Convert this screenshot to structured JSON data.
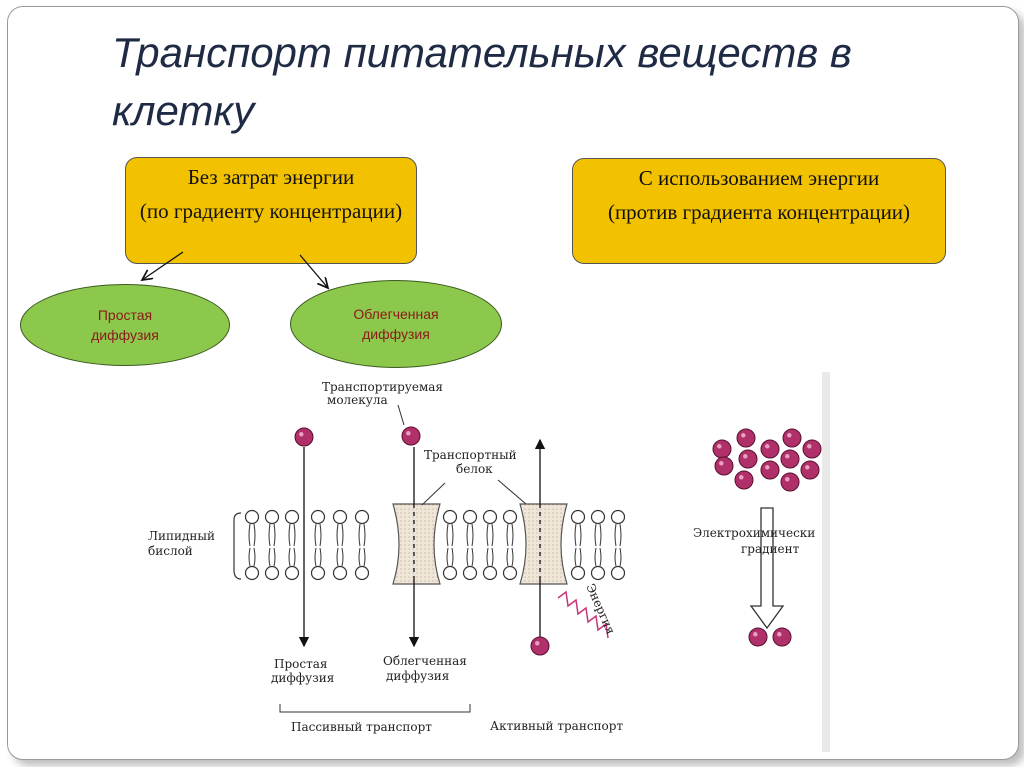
{
  "slide": {
    "title": "Транспорт питательных веществ в клетку",
    "box_left": {
      "line1": "Без затрат энергии",
      "line2": "(по градиенту концентрации)"
    },
    "box_right": {
      "line1": "С использованием энергии",
      "line2": "(против градиента концентрации)"
    },
    "oval_simple": "Простая диффузия",
    "oval_facilitated": "Облегченная диффузия"
  },
  "figure": {
    "transported_molecule": [
      "Транспортируемая",
      "молекула"
    ],
    "transport_protein": [
      "Транспортный",
      "белок"
    ],
    "lipid_bilayer": [
      "Липидный",
      "бислой"
    ],
    "energy": "Энергия",
    "simple_diffusion": [
      "Простая",
      "диффузия"
    ],
    "facilitated_diffusion": [
      "Облегченная",
      "диффузия"
    ],
    "passive_transport": "Пассивный транспорт",
    "active_transport": "Активный транспорт",
    "electrochemical_gradient": [
      "Электрохимически",
      "градиент"
    ]
  },
  "colors": {
    "box": "#f2c200",
    "oval": "#8cc84b",
    "molecule": "#b0306a",
    "oval_text": "#8b1a1a"
  }
}
